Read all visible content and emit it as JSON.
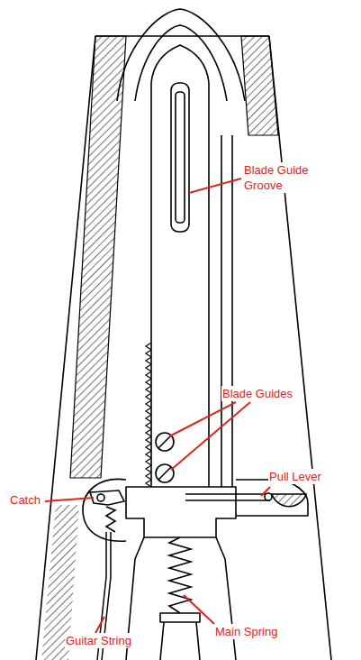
{
  "diagram": {
    "labels": [
      "Blade Guide Groove",
      "Blade Guides",
      "Pull Lever",
      "Catch",
      "Main Spring",
      "Guitar String"
    ]
  }
}
